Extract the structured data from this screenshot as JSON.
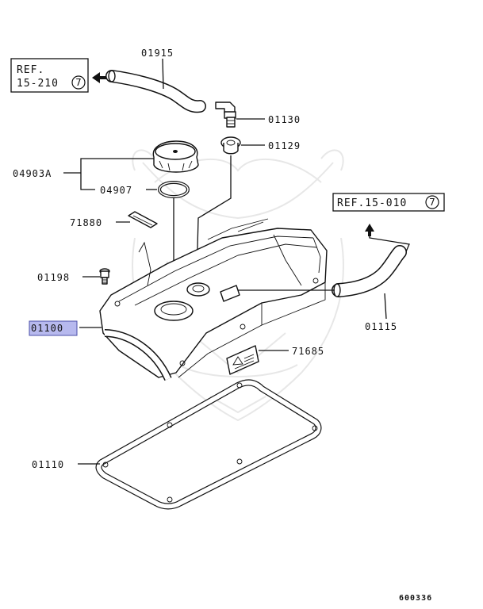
{
  "ref_boxes": [
    {
      "line1": "REF.",
      "line2": "15-210",
      "circled": "7"
    },
    {
      "line1": "REF.15-010",
      "circled": "7"
    }
  ],
  "parts": [
    {
      "id": "hose_01915",
      "label": "01915"
    },
    {
      "id": "pcv_01130",
      "label": "01130"
    },
    {
      "id": "grommet_01129",
      "label": "01129"
    },
    {
      "id": "oil_cap_04903A",
      "label": "04903A"
    },
    {
      "id": "oring_04907",
      "label": "04907"
    },
    {
      "id": "plate_71880",
      "label": "71880"
    },
    {
      "id": "bolt_01198",
      "label": "01198"
    },
    {
      "id": "cover_01100",
      "label": "01100",
      "highlighted": true
    },
    {
      "id": "hose_01115",
      "label": "01115"
    },
    {
      "id": "caution_71685",
      "label": "71685"
    },
    {
      "id": "gasket_01110",
      "label": "01110"
    }
  ],
  "figure_code": "600336",
  "colors": {
    "highlight": "#b7b9ee",
    "line": "#111111"
  }
}
